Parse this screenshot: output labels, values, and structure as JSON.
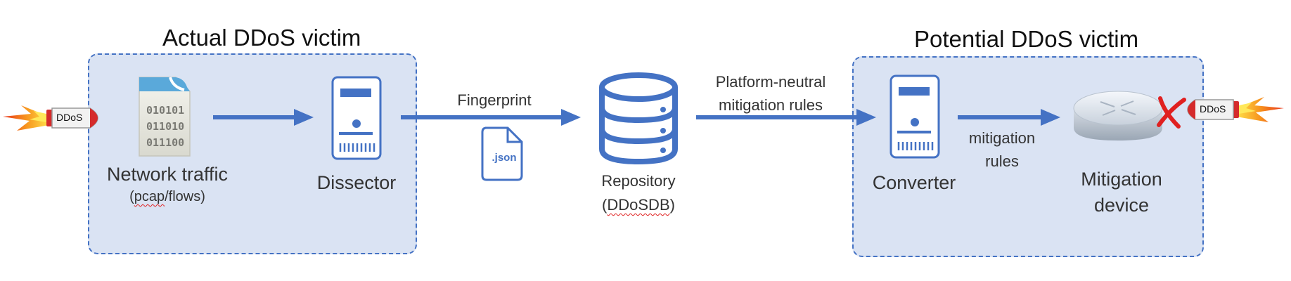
{
  "colors": {
    "accent": "#4472c4",
    "panel_fill": "#dae3f3",
    "panel_border": "#4472c4",
    "cross": "#e02020",
    "flame": "#f07b1a"
  },
  "victim_actual": {
    "title": "Actual DDoS victim",
    "traffic_bits": [
      "010101",
      "011010",
      "011100"
    ],
    "traffic_label": "Network traffic",
    "traffic_sublabel_prefix": "(",
    "traffic_sublabel_word": "pcap",
    "traffic_sublabel_suffix": "/flows)",
    "dissector_label": "Dissector"
  },
  "middle": {
    "fingerprint_label": "Fingerprint",
    "json_icon_text": ".json",
    "neutral_rules_line1": "Platform-neutral",
    "neutral_rules_line2": "mitigation rules",
    "repository_label": "Repository",
    "repository_sub_prefix": "(",
    "repository_sub_word": "DDoSDB",
    "repository_sub_suffix": ")"
  },
  "victim_potential": {
    "title": "Potential DDoS victim",
    "converter_label": "Converter",
    "rules_line1": "mitigation",
    "rules_line2": "rules",
    "device_line1": "Mitigation",
    "device_line2": "device"
  },
  "rockets": {
    "left_label": "DDoS",
    "right_label": "DDoS"
  },
  "icons": [
    "rocket-icon",
    "binary-file-icon",
    "server-icon",
    "json-file-icon",
    "database-icon",
    "router-icon",
    "cross-icon"
  ]
}
